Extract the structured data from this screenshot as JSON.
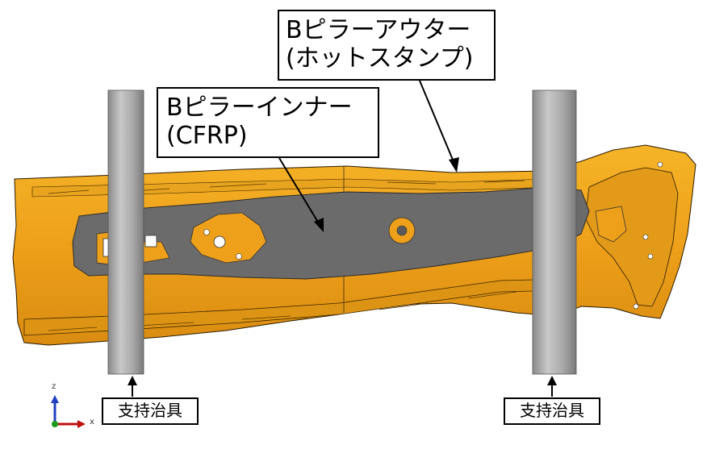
{
  "callouts": {
    "outer": {
      "line1": "Bピラーアウター",
      "line2": "(ホットスタンプ)"
    },
    "inner": {
      "line1": "Bピラーインナー",
      "line2": "(CFRP)"
    }
  },
  "supports": {
    "left": "支持治具",
    "right": "支持治具"
  },
  "axes": {
    "vertical": "z",
    "horizontal": "x"
  },
  "colors": {
    "outer_part": "#f2a51a",
    "outer_shadow": "#c98414",
    "inner_part": "#6b6b6b",
    "fixture": "#a9a9a9",
    "axis_z": "#1f3fbf",
    "axis_x": "#c01010",
    "axis_origin": "#1a9a1a"
  }
}
